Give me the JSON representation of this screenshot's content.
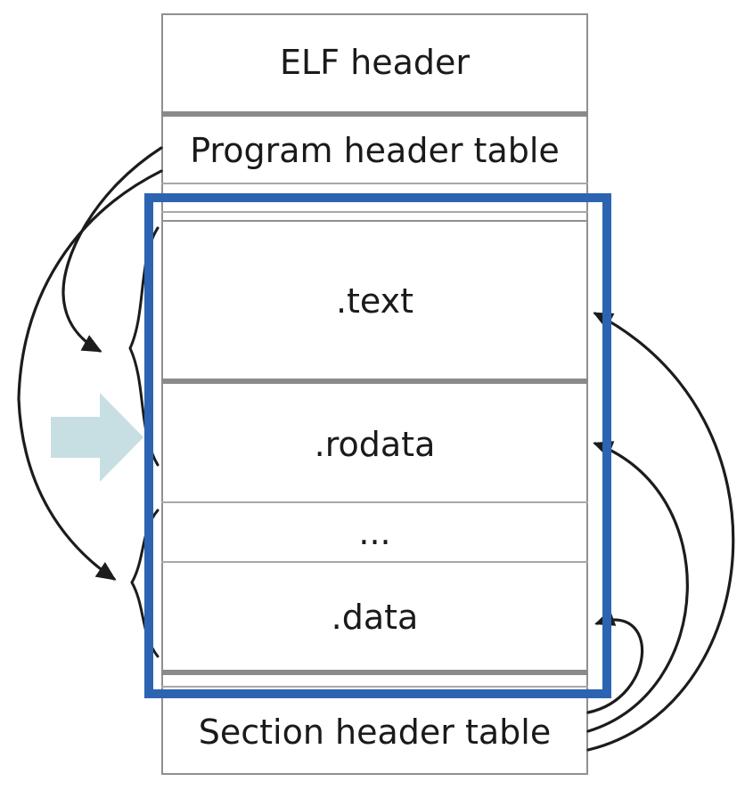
{
  "diagram": {
    "labels": {
      "elf_header": "ELF header",
      "program_header_table": "Program header table",
      "text_section": ".text",
      "rodata_section": ".rodata",
      "more_sections": "...",
      "data_section": ".data",
      "section_header_table": "Section header table"
    },
    "colors": {
      "highlight_box": "#2d64b1",
      "pointer_arrow": "#c7dfe2",
      "arrow": "#1c1c1c",
      "box_border": "#909090",
      "divider": "#8a8a8a"
    }
  }
}
